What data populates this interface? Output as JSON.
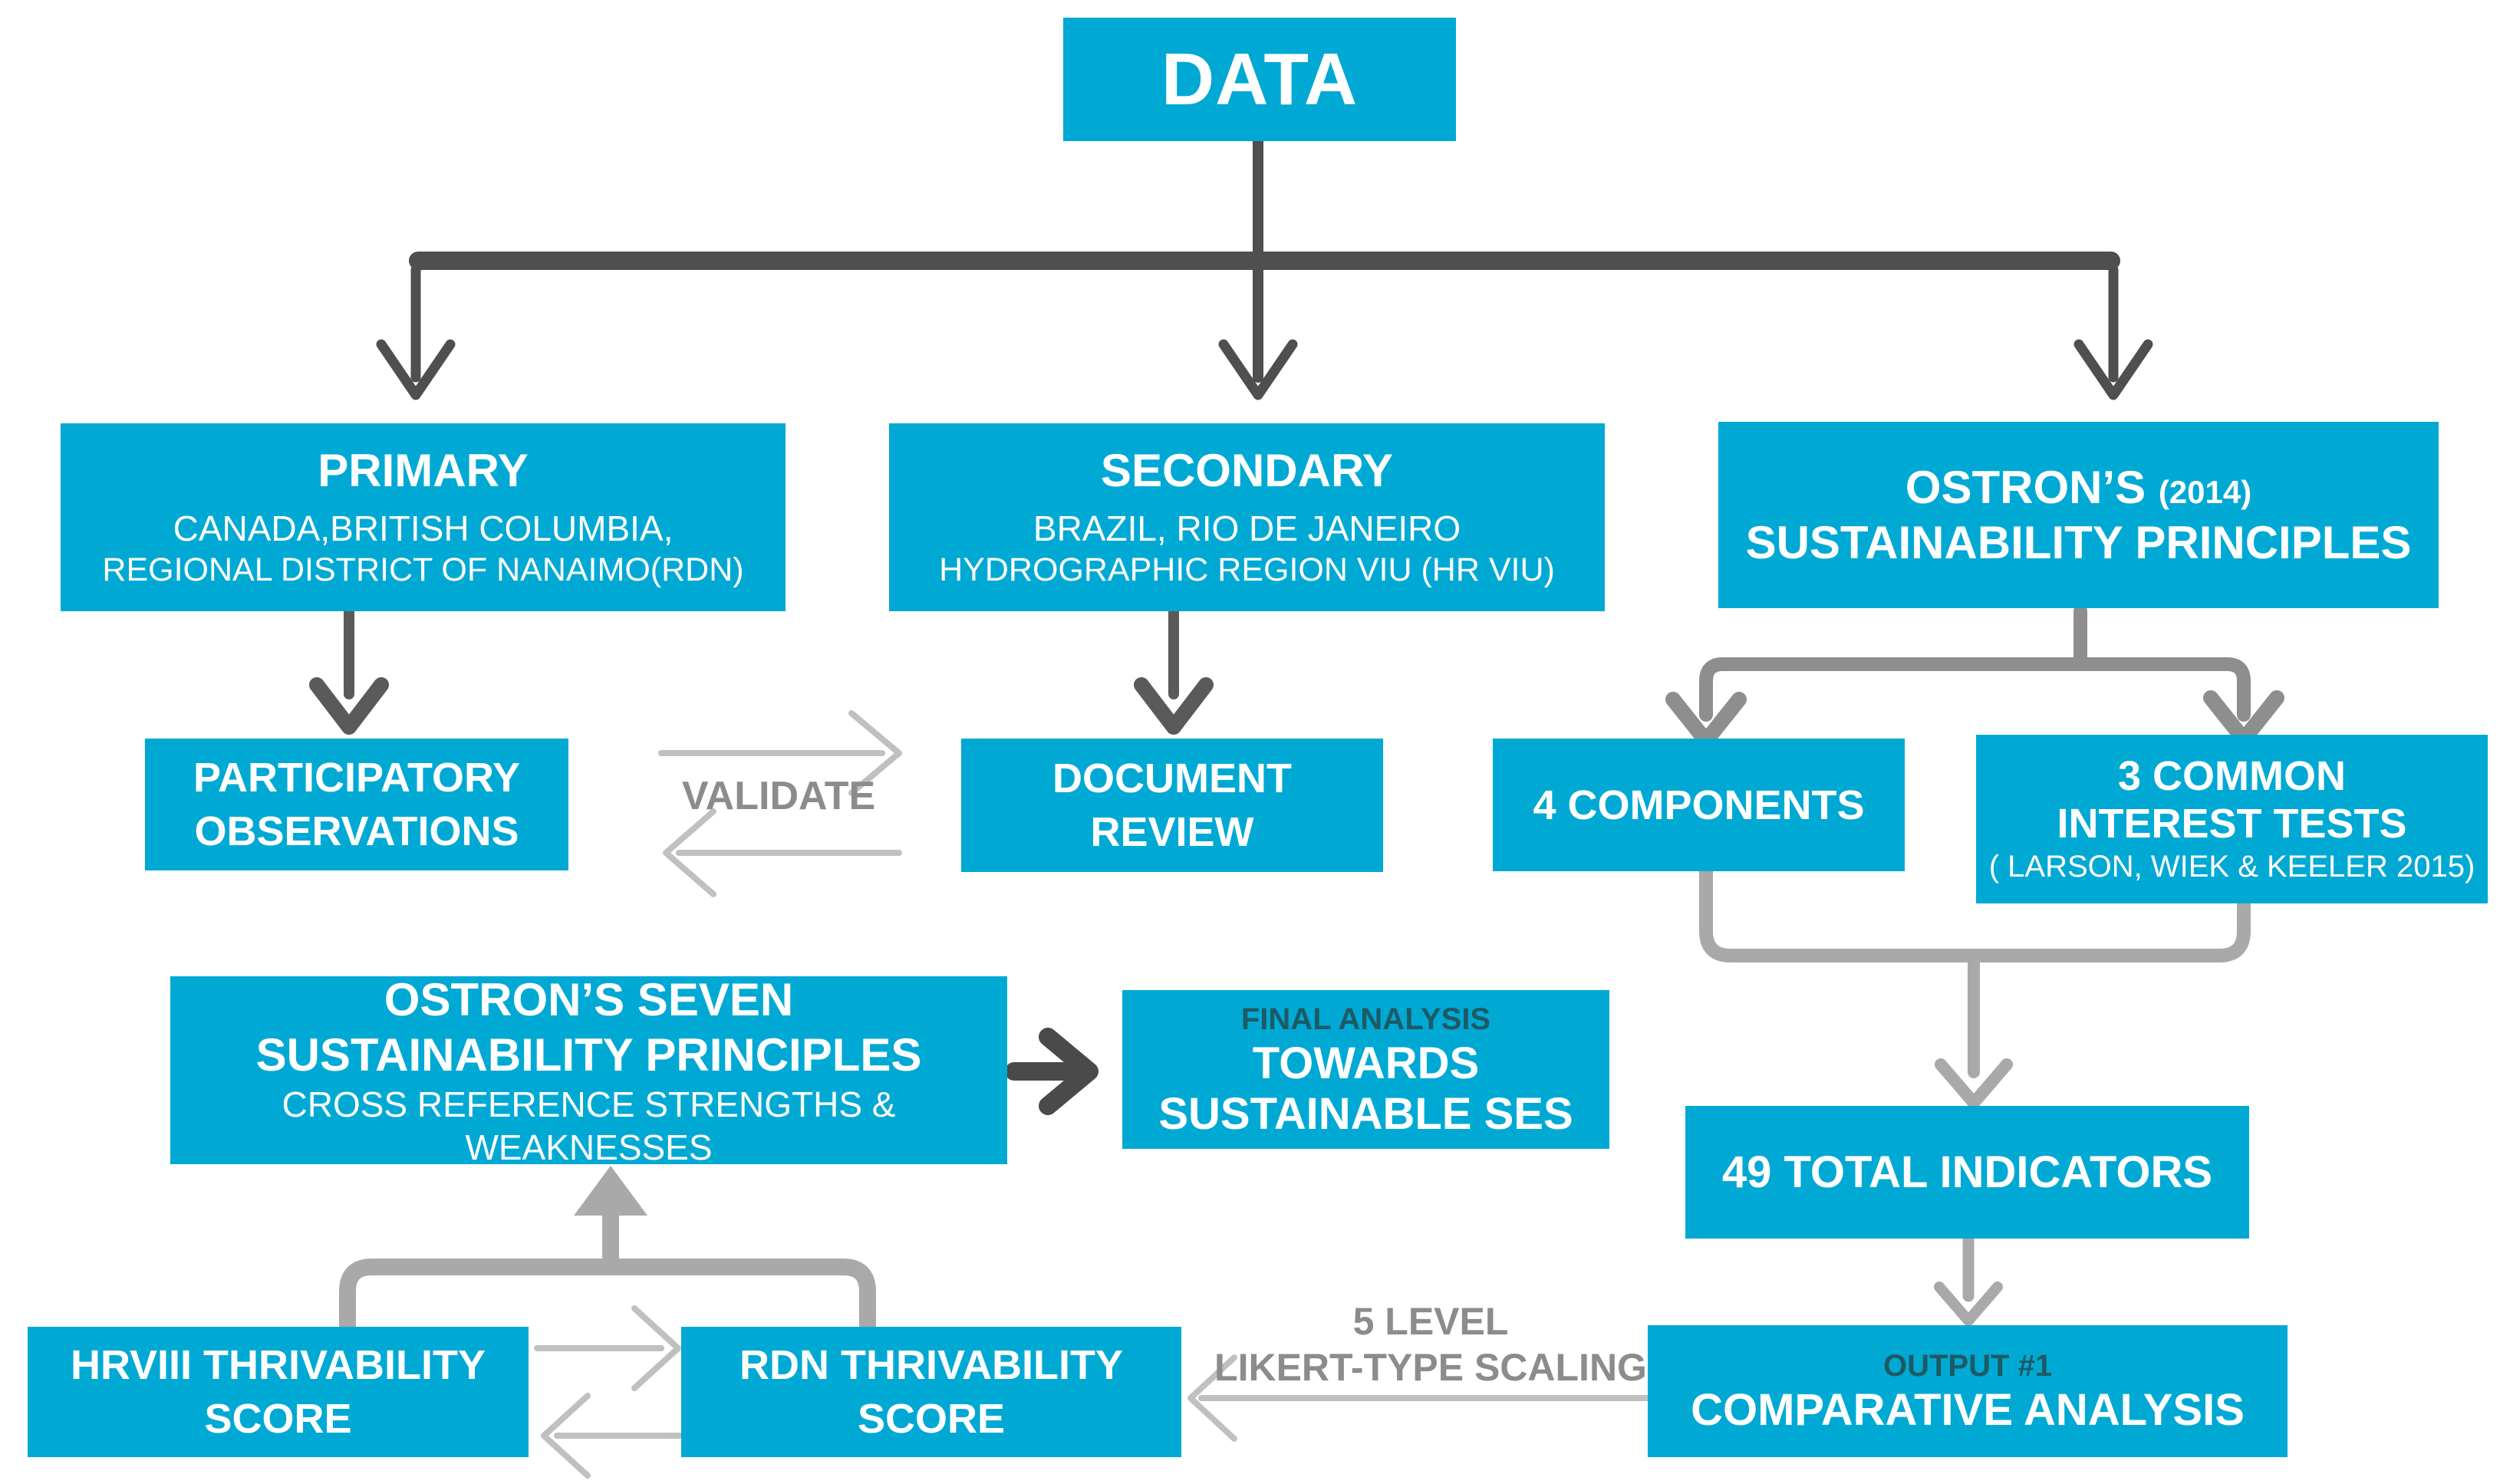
{
  "colors": {
    "node_fill": "#00a9d4",
    "node_text": "#ffffff",
    "dark_arrow": "#4f4f4f",
    "medium_arrow": "#8e8e8e",
    "soft_arrow": "#a9a9a9",
    "light_arrow": "#c0c0c0",
    "gray_label_text": "#8c8c8c",
    "kicker_text": "#1d5a64"
  },
  "nodes": {
    "data": {
      "title": "DATA"
    },
    "primary": {
      "title": "PRIMARY",
      "line1": "CANADA,BRITISH COLUMBIA,",
      "line2": "REGIONAL DISTRICT OF NANAIMO(RDN)"
    },
    "secondary": {
      "title": "SECONDARY",
      "line1": "BRAZIL, RIO DE JANEIRO",
      "line2": "HYDROGRAPHIC REGION VIU (HR VIU)"
    },
    "ostrons": {
      "title": "OSTRON’S",
      "year": "(2014)",
      "line2": "SUSTAINABILITY PRINCIPLES"
    },
    "participatory": {
      "line1": "PARTICIPATORY",
      "line2": "OBSERVATIONS"
    },
    "validate": {
      "label": "VALIDATE"
    },
    "document_review": {
      "line1": "DOCUMENT",
      "line2": "REVIEW"
    },
    "components": {
      "title": "4 COMPONENTS"
    },
    "common_tests": {
      "line1": "3 COMMON",
      "line2": "INTEREST TESTS",
      "line3": "( LARSON, WIEK & KEELER 2015)"
    },
    "ostrons_seven": {
      "line1": "OSTRON’S SEVEN",
      "line2": "SUSTAINABILITY PRINCIPLES",
      "line3": "CROSS REFERENCE STRENGTHS & WEAKNESSES"
    },
    "final_analysis": {
      "kicker": "FINAL ANALYSIS",
      "line1": "TOWARDS",
      "line2": "SUSTAINABLE SES"
    },
    "indicators": {
      "title": "49 TOTAL INDICATORS"
    },
    "likert": {
      "line1": "5 LEVEL",
      "line2": "LIKERT-TYPE SCALING"
    },
    "comparative": {
      "kicker": "OUTPUT #1",
      "title": "COMPARATIVE ANALYSIS"
    },
    "hrviii": {
      "line1": "HRVIII THRIVABILITY",
      "line2": "SCORE"
    },
    "rdn": {
      "line1": "RDN THRIVABILITY",
      "line2": "SCORE"
    }
  }
}
